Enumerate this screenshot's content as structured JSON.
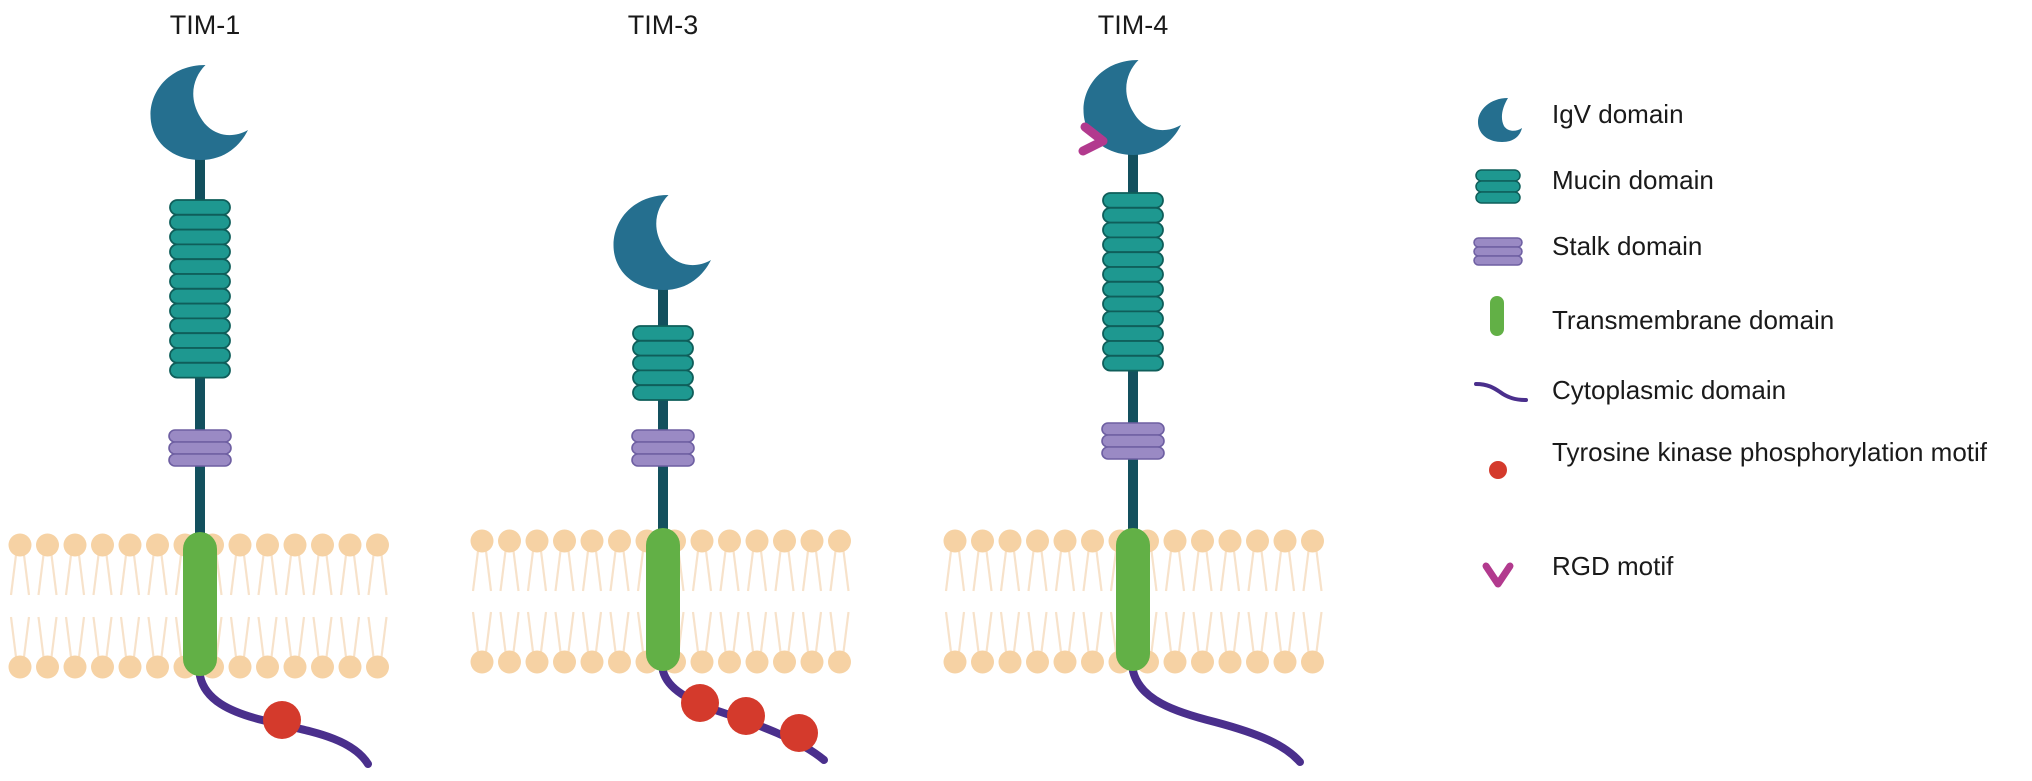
{
  "proteins": [
    {
      "title": "TIM-1",
      "mucin_repeats": 12,
      "phospho_motifs": 1,
      "rgd_motif": false
    },
    {
      "title": "TIM-3",
      "mucin_repeats": 5,
      "phospho_motifs": 3,
      "rgd_motif": false
    },
    {
      "title": "TIM-4",
      "mucin_repeats": 12,
      "phospho_motifs": 0,
      "rgd_motif": true
    }
  ],
  "legend": {
    "igv": "IgV domain",
    "mucin": "Mucin domain",
    "stalk": "Stalk domain",
    "transmembrane": "Transmembrane domain",
    "cytoplasmic": "Cytoplasmic domain",
    "phospho": "Tyrosine kinase phosphorylation motif",
    "rgd": "RGD motif"
  },
  "colors": {
    "igv": "#256f8f",
    "mucin": "#1e9890",
    "mucin_line": "#0f5e5a",
    "stalk": "#9a8ac4",
    "stalk_line": "#6e5fa2",
    "transmembrane": "#62b046",
    "cytoplasmic": "#4a2f8c",
    "phospho": "#d43a2c",
    "rgd": "#b23a8e",
    "stem": "#13505e",
    "lipid_head": "#f6d2a4",
    "lipid_tail": "#f7e2ca"
  }
}
